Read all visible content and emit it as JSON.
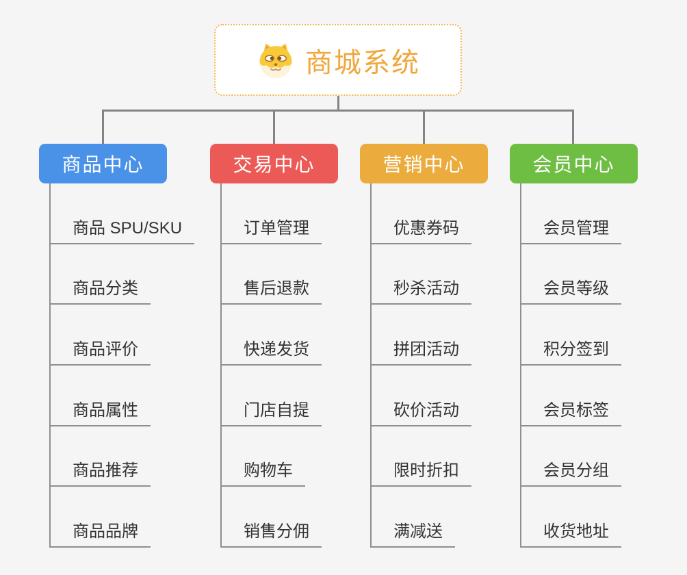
{
  "page": {
    "background": "#f5f5f5",
    "connector_color": "#848484"
  },
  "root": {
    "title": "商城系统",
    "icon": "dog-face-icon",
    "title_color": "#f0a73d",
    "border_color": "#f0b44e"
  },
  "branches": [
    {
      "label": "商品中心",
      "color": "#4a91e8",
      "children": [
        "商品 SPU/SKU",
        "商品分类",
        "商品评价",
        "商品属性",
        "商品推荐",
        "商品品牌"
      ]
    },
    {
      "label": "交易中心",
      "color": "#eb5a56",
      "children": [
        "订单管理",
        "售后退款",
        "快递发货",
        "门店自提",
        "购物车",
        "销售分佣"
      ]
    },
    {
      "label": "营销中心",
      "color": "#ebab3d",
      "children": [
        "优惠券码",
        "秒杀活动",
        "拼团活动",
        "砍价活动",
        "限时折扣",
        "满减送"
      ]
    },
    {
      "label": "会员中心",
      "color": "#6ebe44",
      "children": [
        "会员管理",
        "会员等级",
        "积分签到",
        "会员标签",
        "会员分组",
        "收货地址"
      ]
    }
  ]
}
